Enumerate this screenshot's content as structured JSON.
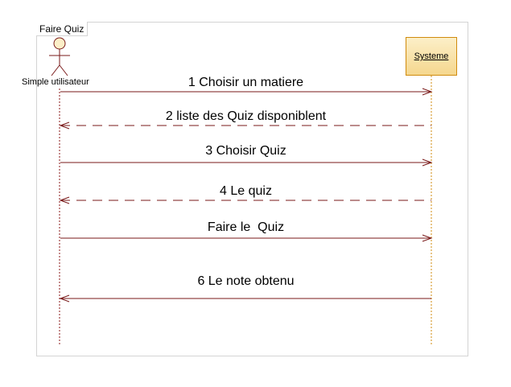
{
  "diagram": {
    "frame_title": "Faire Quiz",
    "actor": {
      "name": "Simple utilisateur",
      "icon": "stick-figure-icon"
    },
    "system": {
      "name": "Systeme"
    },
    "colors": {
      "message_line": "#7a1a1a",
      "actor_lifeline": "#8b1a1a",
      "system_lifeline": "#d08b0e",
      "system_fill": "#f8e2a8",
      "system_border": "#d08b0e",
      "frame_border": "#d4d4d4"
    },
    "messages": [
      {
        "label": "1 Choisir un matiere",
        "direction": "to-system",
        "style": "solid"
      },
      {
        "label": "2 liste des Quiz disponiblent",
        "direction": "to-actor",
        "style": "dashed"
      },
      {
        "label": "3 Choisir Quiz",
        "direction": "to-system",
        "style": "solid"
      },
      {
        "label": "4 Le quiz",
        "direction": "to-actor",
        "style": "dashed"
      },
      {
        "label": "Faire le  Quiz",
        "direction": "to-system",
        "style": "solid"
      },
      {
        "label": "6 Le note obtenu",
        "direction": "to-actor",
        "style": "solid"
      }
    ]
  }
}
